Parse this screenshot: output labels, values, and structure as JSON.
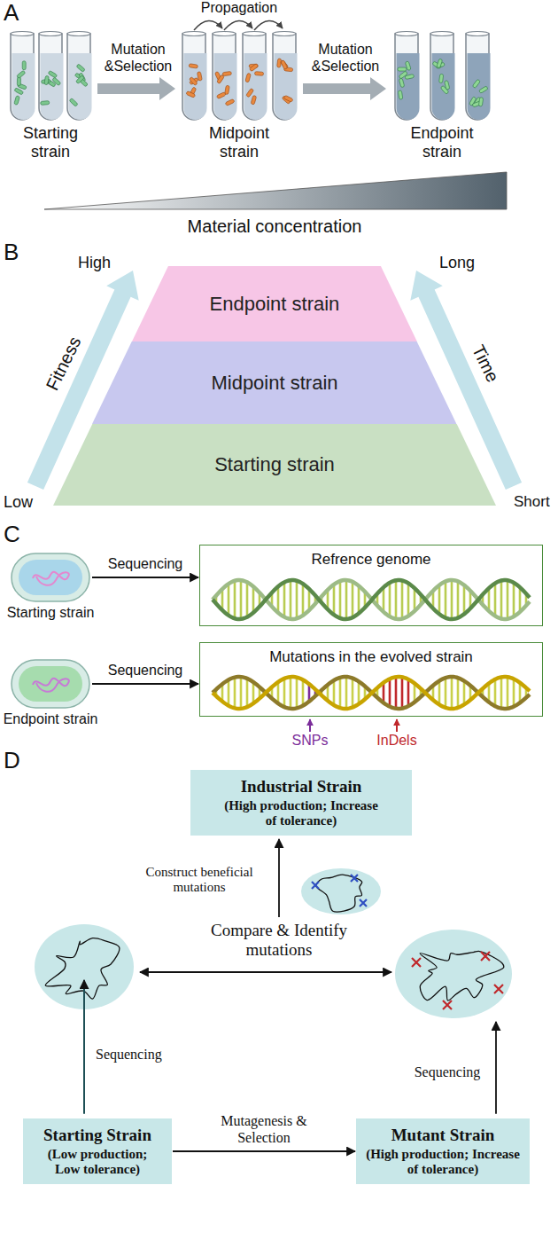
{
  "diagram": {
    "nodes": [
      {
        "text": [
          "Endpoint strain"
        ]
      },
      {
        "text": [
          "Midpoint strain"
        ]
      },
      {
        "text": [
          "Starting strain"
        ]
      },
      {
        "text": [
          "Starting strain"
        ]
      },
      {
        "text": [
          "Refrence genome"
        ]
      },
      {
        "text": [
          "Endpoint strain"
        ]
      },
      {
        "text": [
          "Mutations in the evolved strain"
        ]
      },
      {
        "text": [
          "Industrial Strain",
          "(High production; Increase of tolerance)"
        ]
      },
      {
        "text": [
          "Starting Strain",
          "(Low production; Low tolerance)"
        ]
      },
      {
        "text": [
          "Mutant Strain",
          "(High production; Increase of tolerance)"
        ]
      }
    ],
    "edges": [
      {
        "from": 3,
        "to": 4,
        "arrow": "to",
        "label": "Sequencing"
      },
      {
        "from": 5,
        "to": 6,
        "arrow": "to",
        "label": "Sequencing"
      },
      {
        "from": 8,
        "to": 9,
        "arrow": "to",
        "label": "Mutagenesis & Selection"
      }
    ],
    "labels": [
      "A",
      "Propagation",
      "Mutation &Selection",
      "Starting strain",
      "Midpoint strain",
      "Mutation &Selection",
      "Endpoint strain",
      "Material concentration",
      "B",
      "High",
      "Low",
      "Fitness",
      "Long",
      "Short",
      "Time",
      "C",
      "SNPs",
      "InDels",
      "D",
      "Construct beneficial mutations",
      "Compare & Identify mutations",
      "Sequencing",
      "Sequencing"
    ]
  }
}
